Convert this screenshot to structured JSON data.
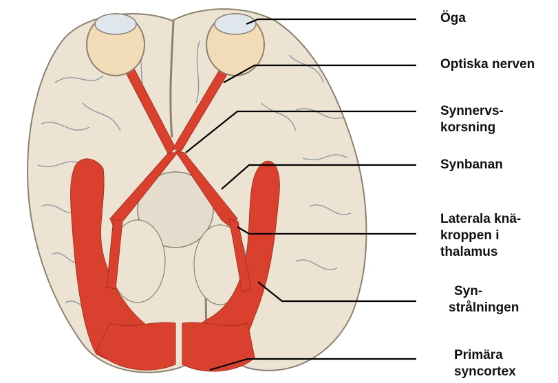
{
  "colors": {
    "pathway": "#d9412e",
    "brain_fill": "#ece3d2",
    "brain_shadow": "#c9bfae",
    "sulci": "#6d7f92",
    "eye_fill": "#f2dcb8",
    "leader_line": "#000000",
    "text": "#111111"
  },
  "labels": [
    {
      "id": "eye",
      "lines": [
        "Öga"
      ]
    },
    {
      "id": "optic-nerve",
      "lines": [
        "Optiska nerven"
      ]
    },
    {
      "id": "optic-chiasm",
      "lines": [
        "Synnervs-",
        "korsning"
      ]
    },
    {
      "id": "optic-tract",
      "lines": [
        "Synbanan"
      ]
    },
    {
      "id": "lateral-geniculate",
      "lines": [
        "Laterala knä-",
        "kroppen i",
        "thalamus"
      ]
    },
    {
      "id": "optic-radiation",
      "lines": [
        "Syn-",
        "strålningen"
      ]
    },
    {
      "id": "primary-visual-cortex",
      "lines": [
        "Primära",
        "syncortex"
      ]
    }
  ]
}
